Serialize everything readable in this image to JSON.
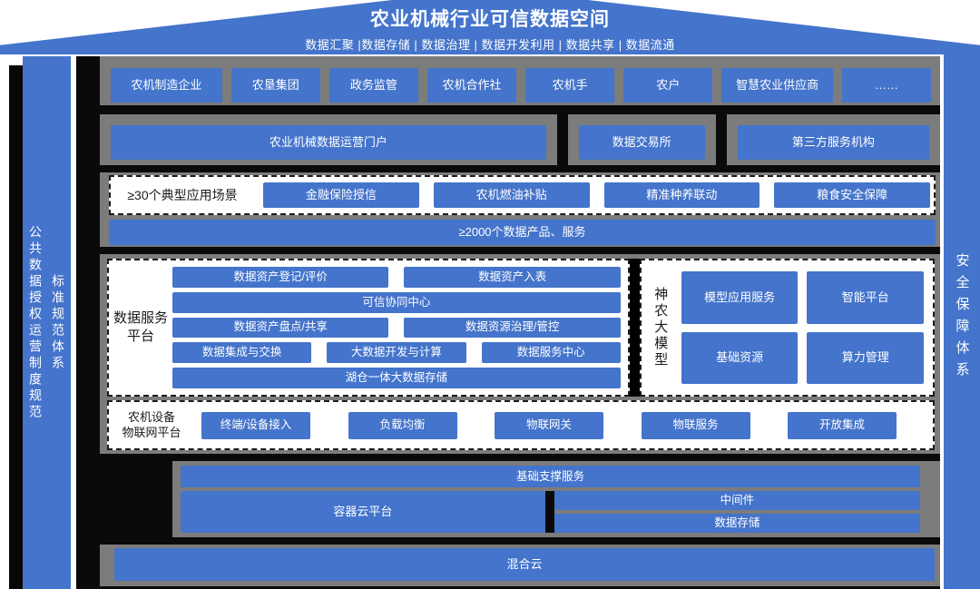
{
  "colors": {
    "accent_blue": "#4474cb",
    "panel_gray": "#7c7c7c",
    "shadow_black": "#0a0a0a"
  },
  "roof": {
    "title": "农业机械行业可信数据空间",
    "subtitle": "数据汇聚 |数据存储 | 数据治理 | 数据开发利用 | 数据共享 | 数据流通"
  },
  "left_bar": {
    "outer_label": "公共数据授权运营制度规范",
    "inner_label": "标准规范体系"
  },
  "right_bar": {
    "label": "安全保障体系"
  },
  "actors": {
    "items": [
      "农机制造企业",
      "农垦集团",
      "政务监管",
      "农机合作社",
      "农机手",
      "农户",
      "智慧农业供应商",
      "……"
    ]
  },
  "portals": {
    "items": [
      "农业机械数据运营门户",
      "数据交易所",
      "第三方服务机构"
    ]
  },
  "scenarios": {
    "label": "≥30个典型应用场景",
    "items": [
      "金融保险授信",
      "农机燃油补贴",
      "精准种养联动",
      "粮食安全保障"
    ],
    "products_bar": "≥2000个数据产品、服务"
  },
  "data_service_platform": {
    "label": "数据服务平台",
    "rows": [
      [
        "数据资产登记/评价",
        "数据资产入表"
      ],
      [
        "可信协同中心"
      ],
      [
        "数据资产盘点/共享",
        "数据资源治理/管控"
      ],
      [
        "数据集成与交换",
        "大数据开发与计算",
        "数据服务中心"
      ],
      [
        "湖仓一体大数据存储"
      ]
    ]
  },
  "shennong_model": {
    "label": "神农大模型",
    "items": [
      "模型应用服务",
      "智能平台",
      "基础资源",
      "算力管理"
    ]
  },
  "iot_platform": {
    "label_line1": "农机设备",
    "label_line2": "物联网平台",
    "items": [
      "终端/设备接入",
      "负载均衡",
      "物联网关",
      "物联服务",
      "开放集成"
    ]
  },
  "infrastructure": {
    "support_bar": "基础支撑服务",
    "container_cloud": "容器云平台",
    "middleware": "中间件",
    "data_storage": "数据存储"
  },
  "hybrid_cloud": {
    "label": "混合云"
  }
}
